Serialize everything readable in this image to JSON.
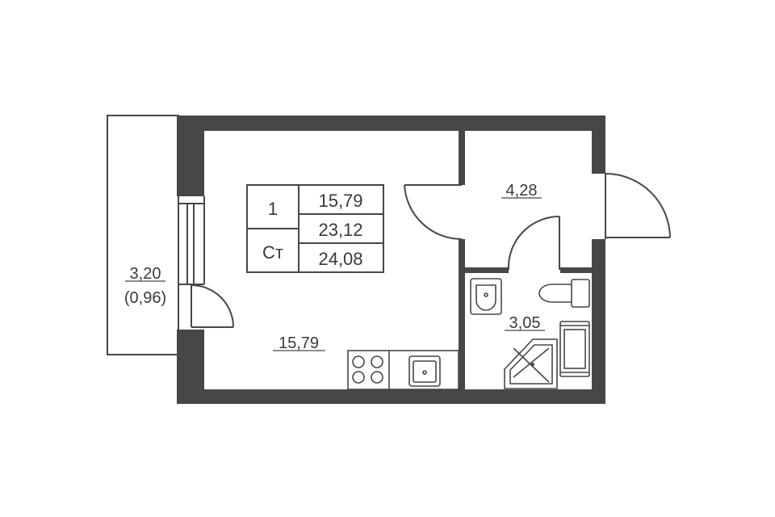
{
  "apartment": {
    "rooms": "1",
    "type": "Ст",
    "living_area": "15,79",
    "total_area": "23,12",
    "total_area_with_balcony": "24,08"
  },
  "rooms": {
    "main_room_area": "15,79",
    "hall_area": "4,28",
    "bathroom_area": "3,05",
    "balcony_area": "3,20",
    "balcony_reduced_area": "(0,96)"
  },
  "colors": {
    "wall": "#474747",
    "background": "#ffffff",
    "text": "#3a3a3a"
  }
}
